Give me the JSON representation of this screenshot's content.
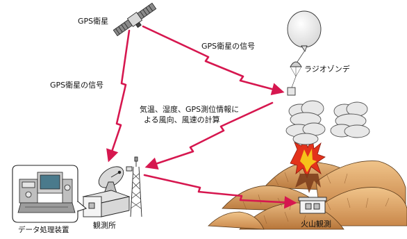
{
  "labels": {
    "gps_satellite": "GPS衛星",
    "gps_signal_top": "GPS衛星の信号",
    "gps_signal_left": "GPS衛星の信号",
    "radiosonde": "ラジオゾンデ",
    "calculation_line1": "気温、湿度、GPS測位情報に",
    "calculation_line2": "よる風向、風速の計算",
    "data_processor": "データ処理装置",
    "observatory": "観測所",
    "volcano_observation": "火山観測"
  },
  "colors": {
    "signal": "#d6174f",
    "cloud": "#e8e8e8",
    "lava": "#e3321b",
    "lava_glow": "#f6c21a",
    "mound": "#c98a4a",
    "mound_light": "#e0ad6f",
    "building": "#f4f4f4",
    "outline": "#222222"
  }
}
